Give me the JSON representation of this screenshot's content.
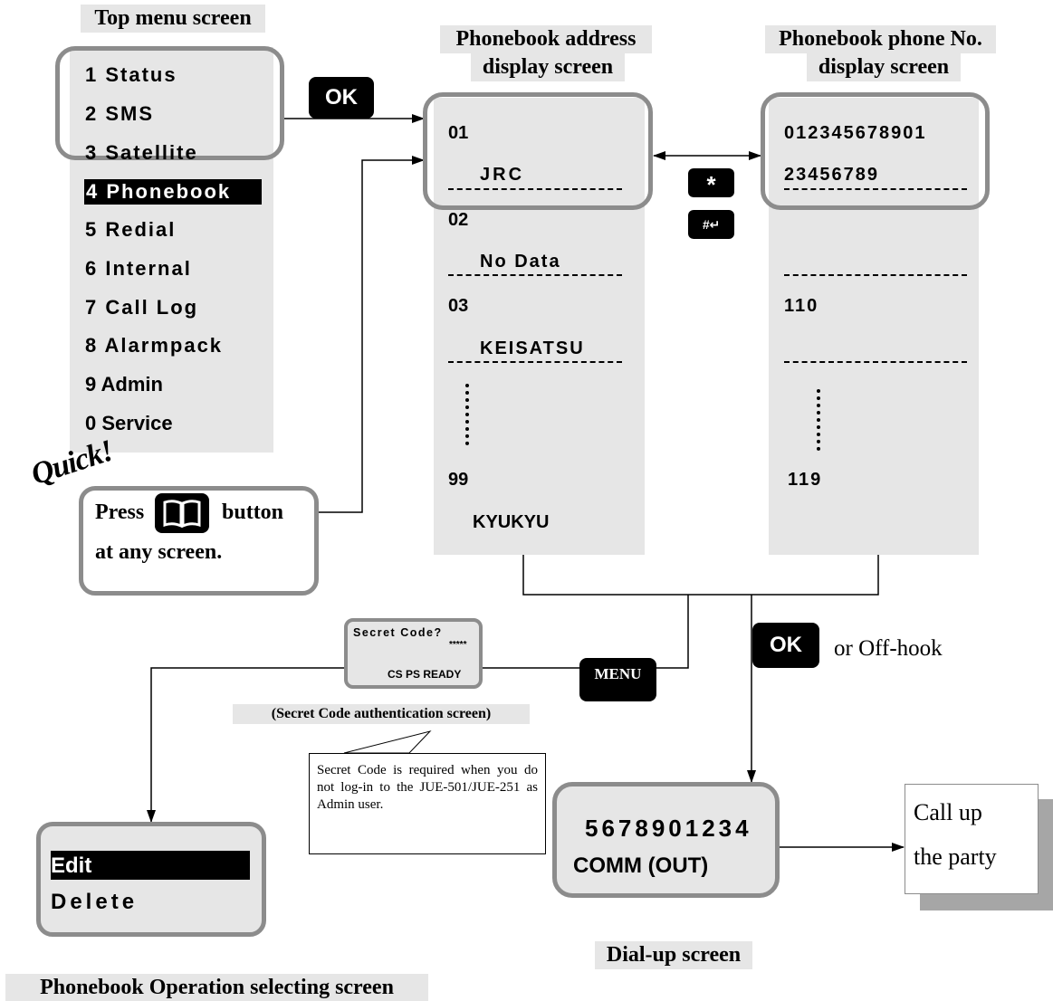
{
  "labels": {
    "top_menu": "Top menu screen",
    "address_line1": "Phonebook address",
    "address_line2": "display screen",
    "phone_line1": "Phonebook phone No.",
    "phone_line2": "display screen",
    "secret_caption": "(Secret Code authentication screen)",
    "dialup": "Dial-up screen",
    "operation": "Phonebook Operation selecting screen"
  },
  "menu_items": [
    "1 Status",
    "2 SMS",
    "3 Satellite",
    "4 Phonebook",
    "5 Redial",
    "6 Internal",
    "7 Call Log",
    "8 Alarmpack",
    "9 Admin",
    "0 Service"
  ],
  "keys": {
    "ok": "OK",
    "ok2": "OK",
    "star": "*",
    "hash": "#↵",
    "menu": "MENU"
  },
  "address_entries": [
    {
      "num": "01",
      "name": "JRC"
    },
    {
      "num": "02",
      "name": "No Data"
    },
    {
      "num": "03",
      "name": "KEISATSU"
    },
    {
      "num": "99",
      "name": "KYUKYU"
    }
  ],
  "phone_entries": {
    "first_line1": "012345678901",
    "first_line2": "23456789",
    "third": "110",
    "last": "119"
  },
  "quick": {
    "word": "Quick!",
    "press": "Press",
    "button": "button",
    "line2": "at any screen."
  },
  "secret_screen": {
    "line1": "Secret Code?",
    "line2": "*****",
    "line3": "CS PS READY"
  },
  "note": "Secret Code is required when you do not log-in to the JUE-501/JUE-251 as Admin user.",
  "offhook": "or Off-hook",
  "dialup_screen": {
    "number": "5678901234",
    "status": "COMM (OUT)"
  },
  "call_box": {
    "line1": "Call up",
    "line2": "the party"
  },
  "operation_menu": {
    "edit": "Edit",
    "delete": "Delete"
  }
}
